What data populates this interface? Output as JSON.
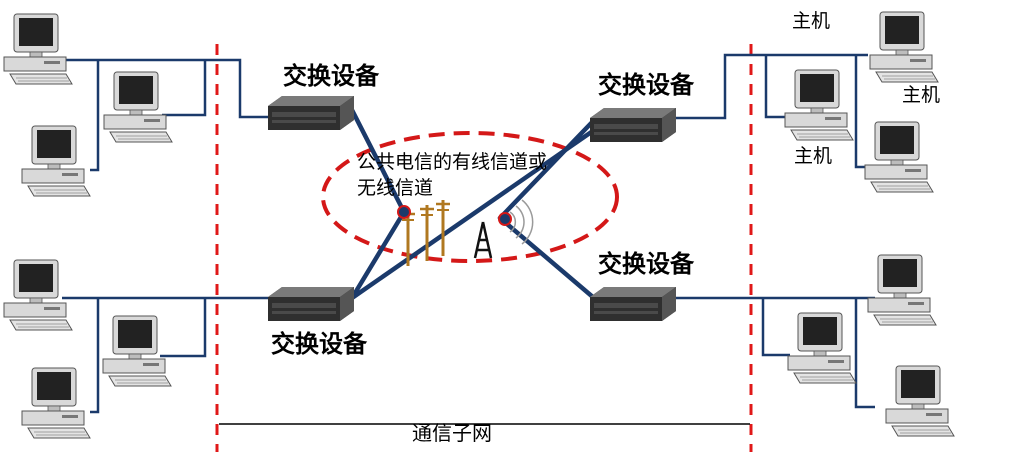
{
  "diagram": {
    "switch_label": "交换设备",
    "host_label": "主机",
    "channel_label_line1": "公共电信的有线信道或",
    "channel_label_line2": "无线信道",
    "subnet_label": "通信子网"
  },
  "colors": {
    "link": "#1b3a6b",
    "boundary": "#e01818",
    "ellipse": "#d41818",
    "pc_shell": "#d9d9d9",
    "pc_screen": "#222222",
    "switch_body": "#3a3a3a",
    "pole": "#b07820"
  },
  "icons": [
    "desktop-computer-icon",
    "network-switch-icon",
    "telephone-pole-icon",
    "radio-tower-icon"
  ]
}
